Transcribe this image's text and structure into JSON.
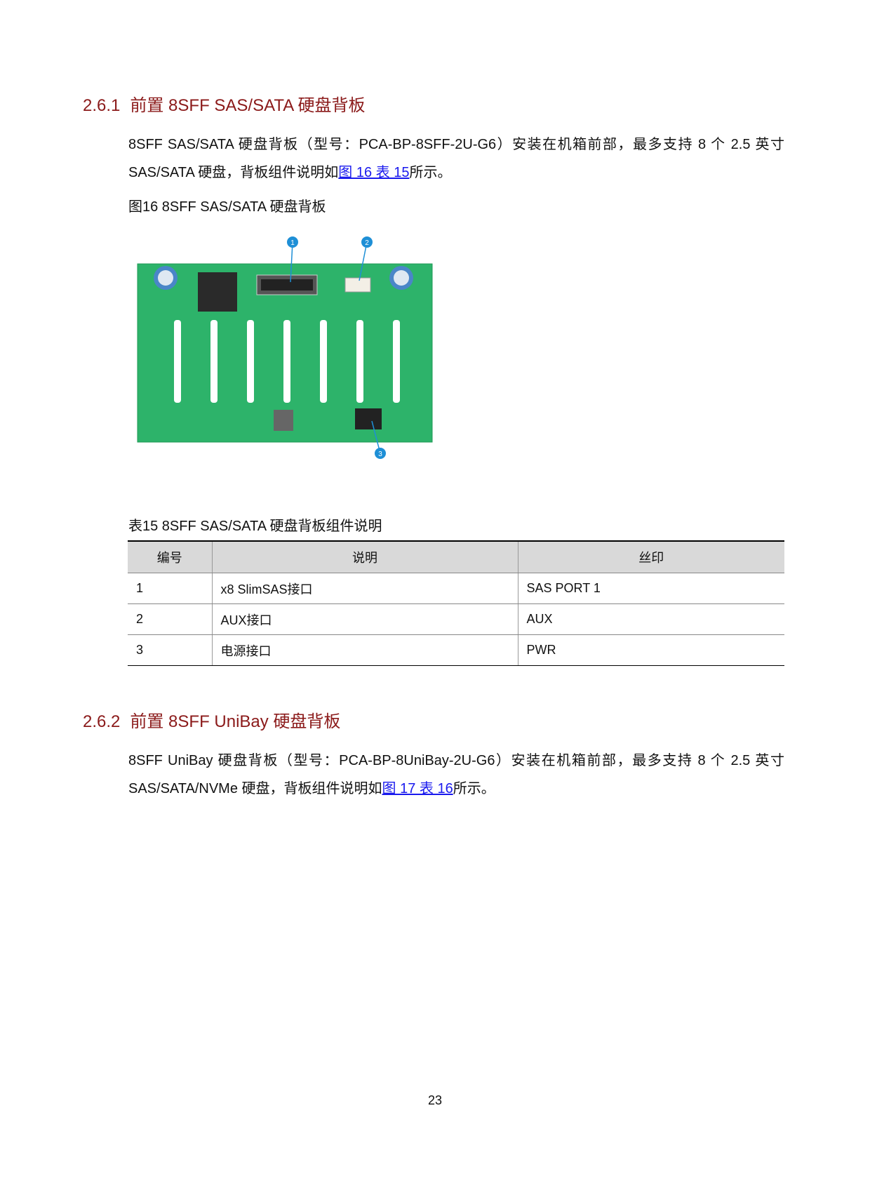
{
  "section1": {
    "number": "2.6.1",
    "title": "前置 8SFF SAS/SATA 硬盘背板",
    "para_pre": "8SFF SAS/SATA 硬盘背板（型号：PCA-BP-8SFF-2U-G6）安装在机箱前部，最多支持 8 个 2.5 英寸 SAS/SATA 硬盘，背板组件说明如",
    "para_link": "图 16 表 15",
    "para_post": "所示。",
    "figure_caption": "图16 8SFF SAS/SATA 硬盘背板",
    "figure": {
      "callouts": [
        "1",
        "2",
        "3"
      ],
      "pcb_color": "#2db36a",
      "callout_color": "#1e8fd6"
    },
    "table_caption": "表15 8SFF SAS/SATA 硬盘背板组件说明",
    "table": {
      "headers": [
        "编号",
        "说明",
        "丝印"
      ],
      "rows": [
        [
          "1",
          "x8 SlimSAS接口",
          "SAS PORT 1"
        ],
        [
          "2",
          "AUX接口",
          "AUX"
        ],
        [
          "3",
          "电源接口",
          "PWR"
        ]
      ]
    }
  },
  "section2": {
    "number": "2.6.2",
    "title": "前置 8SFF UniBay 硬盘背板",
    "para_pre": "8SFF UniBay 硬盘背板（型号：PCA-BP-8UniBay-2U-G6）安装在机箱前部，最多支持 8 个 2.5 英寸 SAS/SATA/NVMe 硬盘，背板组件说明如",
    "para_link": "图 17 表 16",
    "para_post": "所示。"
  },
  "page_number": "23",
  "colors": {
    "heading": "#8b1a1a",
    "link": "#1a1aee"
  }
}
